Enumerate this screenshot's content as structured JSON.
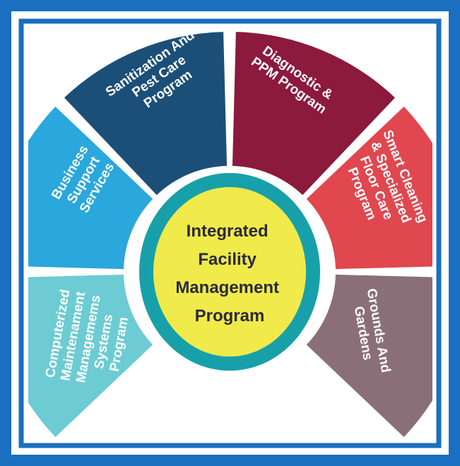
{
  "center": {
    "lines": [
      "Integrated",
      "Facility",
      "Management",
      "Program"
    ]
  },
  "segments": [
    {
      "id": "computerized",
      "lines": [
        "Computerized",
        "Maintenament",
        "Managemems",
        "Systems",
        "Program"
      ],
      "color": "#6ccbd3"
    },
    {
      "id": "business-support",
      "lines": [
        "Business",
        "Support",
        "Services"
      ],
      "color": "#2aa7dc"
    },
    {
      "id": "sanitization",
      "lines": [
        "Sanitization And",
        "Pest Care",
        "Program"
      ],
      "color": "#1b4f78"
    },
    {
      "id": "diagnostic",
      "lines": [
        "Diagnostic &",
        "PPM Program"
      ],
      "color": "#8b1a3c"
    },
    {
      "id": "smart-cleaning",
      "lines": [
        "Smart Cleaning",
        "& Specialized",
        "Floor Care",
        "Program"
      ],
      "color": "#e0474f"
    },
    {
      "id": "grounds",
      "lines": [
        "Grounds And",
        "Gardens"
      ],
      "color": "#8a6f78"
    }
  ],
  "colors": {
    "frame": "#1a6fc0",
    "center_fill": "#f0ea4a",
    "center_ring": "#18a0aa",
    "center_text": "#2a2a3a"
  }
}
